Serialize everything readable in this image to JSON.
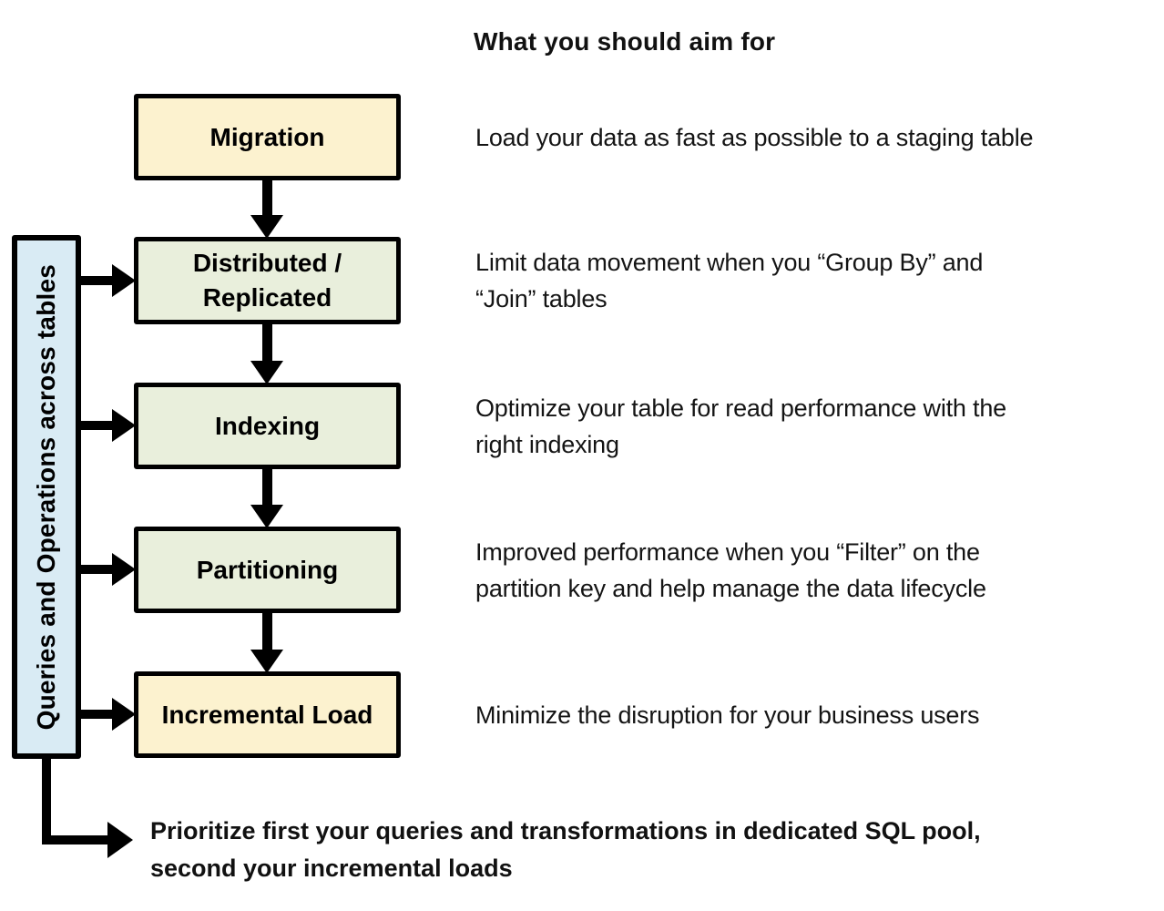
{
  "title": "What you should aim for",
  "sidebar": {
    "label": "Queries and Operations across tables"
  },
  "steps": [
    {
      "label": "Migration",
      "fill": "cream",
      "description": "Load your data as fast as possible to a staging table"
    },
    {
      "label": "Distributed /\nReplicated",
      "fill": "green",
      "description": "Limit data movement when you “Group By” and\n“Join” tables"
    },
    {
      "label": "Indexing",
      "fill": "green",
      "description": "Optimize your table for read performance with the\nright indexing"
    },
    {
      "label": "Partitioning",
      "fill": "green",
      "description": "Improved performance when you “Filter” on the\npartition key and help manage the data lifecycle"
    },
    {
      "label": "Incremental Load",
      "fill": "cream",
      "description": "Minimize the disruption for your business users"
    }
  ],
  "footer_note": "Prioritize first your queries and transformations in dedicated SQL pool,\nsecond your incremental loads",
  "colors": {
    "box_cream": "#FCF2CF",
    "box_green": "#E9EFDC",
    "sidebar_blue": "#D9EBF4",
    "line_black": "#000000"
  }
}
